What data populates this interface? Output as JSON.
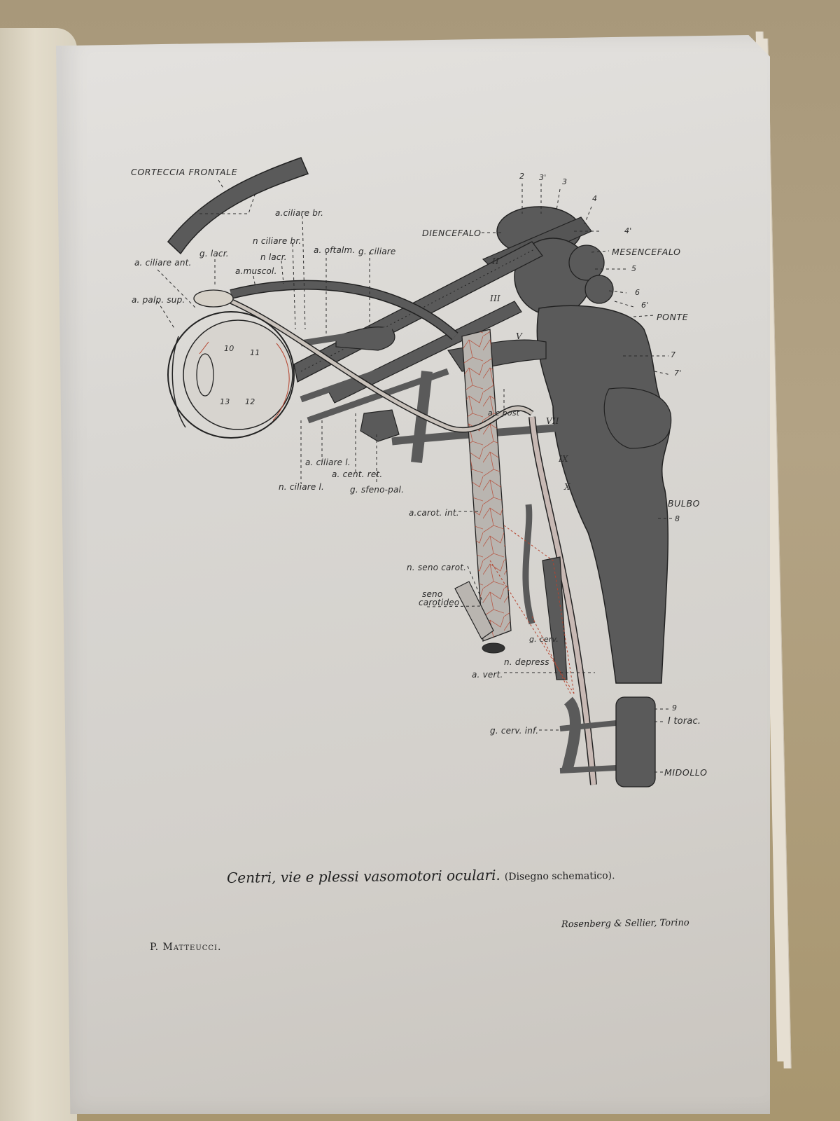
{
  "plate": {
    "caption_main": "Centri, vie e plessi vasomotori oculari.",
    "caption_sub": "(Disegno schematico).",
    "publisher": "Rosenberg & Sellier, Torino",
    "author": "P. Matteucci."
  },
  "labels": {
    "corteccia_frontale": "CORTECCIA FRONTALE",
    "a_ciliare_br": "a.ciliare br.",
    "n_ciliare_br": "n ciliare br.",
    "n_lacr": "n lacr.",
    "g_lacr": "g. lacr.",
    "a_muscol": "a.muscol.",
    "a_oftalm": "a. oftalm.",
    "g_ciliare": "g. ciliare",
    "a_ciliare_ant": "a. ciliare ant.",
    "a_palp_sup": "a. palp. sup.",
    "diencefalo": "DIENCEFALO",
    "mesencefalo": "MESENCEFALO",
    "ponte": "PONTE",
    "bulbo": "BULBO",
    "midollo": "MIDOLLO",
    "i_torac": "I torac.",
    "a_ciliare_l": "a. ciliare l.",
    "a_cent_ret": "a. cent. ret.",
    "n_ciliare_l": "n. ciliare l.",
    "g_sfeno_pal": "g. sfeno-pal.",
    "a_c_post": "a.c post",
    "a_carot_int": "a.carot. int.",
    "n_seno_carot": "n. seno carot.",
    "seno": "seno",
    "carotideo": "carotideo",
    "g_cerv": "g. cerv.",
    "n_depress": "n. depress",
    "a_vert": "a. vert.",
    "g_cerv_inf": "g. cerv. inf.",
    "nerve_II": "II",
    "nerve_III": "III",
    "nerve_V": "V",
    "nerve_VII": "VII",
    "nerve_IX": "IX",
    "nerve_X": "X",
    "n2": "2",
    "n3p": "3'",
    "n3": "3",
    "n4": "4",
    "n4p": "4'",
    "n5": "5",
    "n6": "6",
    "n6p": "6'",
    "n7": "7",
    "n7p": "7'",
    "n8": "8",
    "n9": "9",
    "n10": "10",
    "n11": "11",
    "n12": "12",
    "n13": "13"
  },
  "colors": {
    "tissue_gray": "#5a5a5a",
    "vessel_light": "#b9b5b0",
    "nerve_red": "#b5432e",
    "ink": "#2b2b2b"
  }
}
